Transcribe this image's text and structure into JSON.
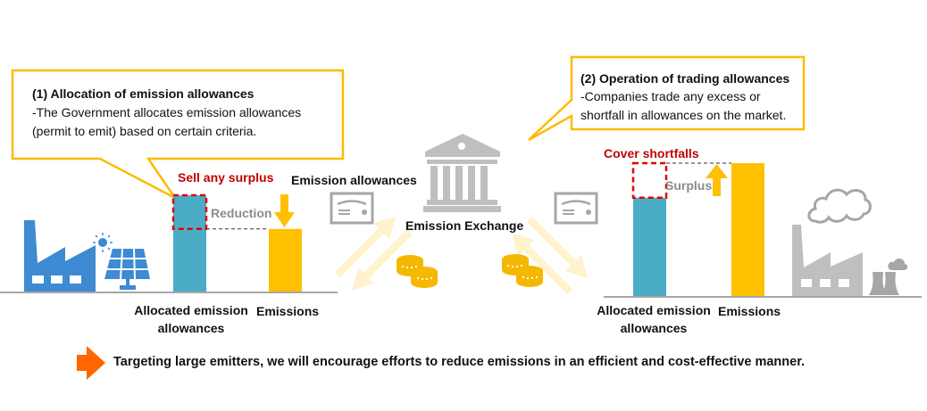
{
  "colors": {
    "callout_border": "#fdbb00",
    "allocated_bar": "#4bacc6",
    "emissions_bar": "#ffc000",
    "factory_blue": "#3e8ad3",
    "grey_icon": "#bfbfbf",
    "dashed_red": "#e00000",
    "arrow_orange": "#ff6600",
    "highlight_red_text": "#c00000"
  },
  "callout_left": {
    "title": "(1) Allocation of emission allowances",
    "line1": "-The Government allocates emission allowances",
    "line2": "(permit to emit) based on certain criteria."
  },
  "callout_right": {
    "title": "(2) Operation of trading allowances",
    "line1": "-Companies trade any excess or",
    "line2": "shortfall in allowances on the market."
  },
  "left_panel": {
    "sell_label": "Sell any surplus",
    "reduction_label": "Reduction",
    "allowances_label": "Emission allowances",
    "bar1_label_line1": "Allocated emission",
    "bar1_label_line2": "allowances",
    "bar2_label": "Emissions",
    "icons": [
      "factory-icon",
      "sun-icon",
      "solar-panel-icon"
    ]
  },
  "center": {
    "exchange_label": "Emission Exchange",
    "icons": [
      "bank-building-icon",
      "certificate-icon",
      "coins-icon"
    ]
  },
  "right_panel": {
    "cover_label": "Cover shortfalls",
    "surplus_label": "Surplus",
    "bar1_label_line1": "Allocated emission",
    "bar1_label_line2": "allowances",
    "bar2_label": "Emissions",
    "icons": [
      "cloud-icon",
      "factory-icon",
      "power-plant-icon"
    ]
  },
  "footer": {
    "text": "Targeting large emitters, we will encourage efforts to reduce emissions in an efficient and cost-effective manner."
  },
  "chart_data": [
    {
      "type": "bar",
      "title": "Company selling surplus",
      "categories": [
        "Allocated emission allowances",
        "Emissions"
      ],
      "values": [
        100,
        65
      ],
      "annotations": [
        "Sell any surplus",
        "Reduction"
      ],
      "ylim": [
        0,
        100
      ]
    },
    {
      "type": "bar",
      "title": "Company covering shortfall",
      "categories": [
        "Allocated emission allowances",
        "Emissions"
      ],
      "values": [
        74,
        100
      ],
      "annotations": [
        "Cover shortfalls",
        "Surplus"
      ],
      "ylim": [
        0,
        100
      ]
    }
  ]
}
